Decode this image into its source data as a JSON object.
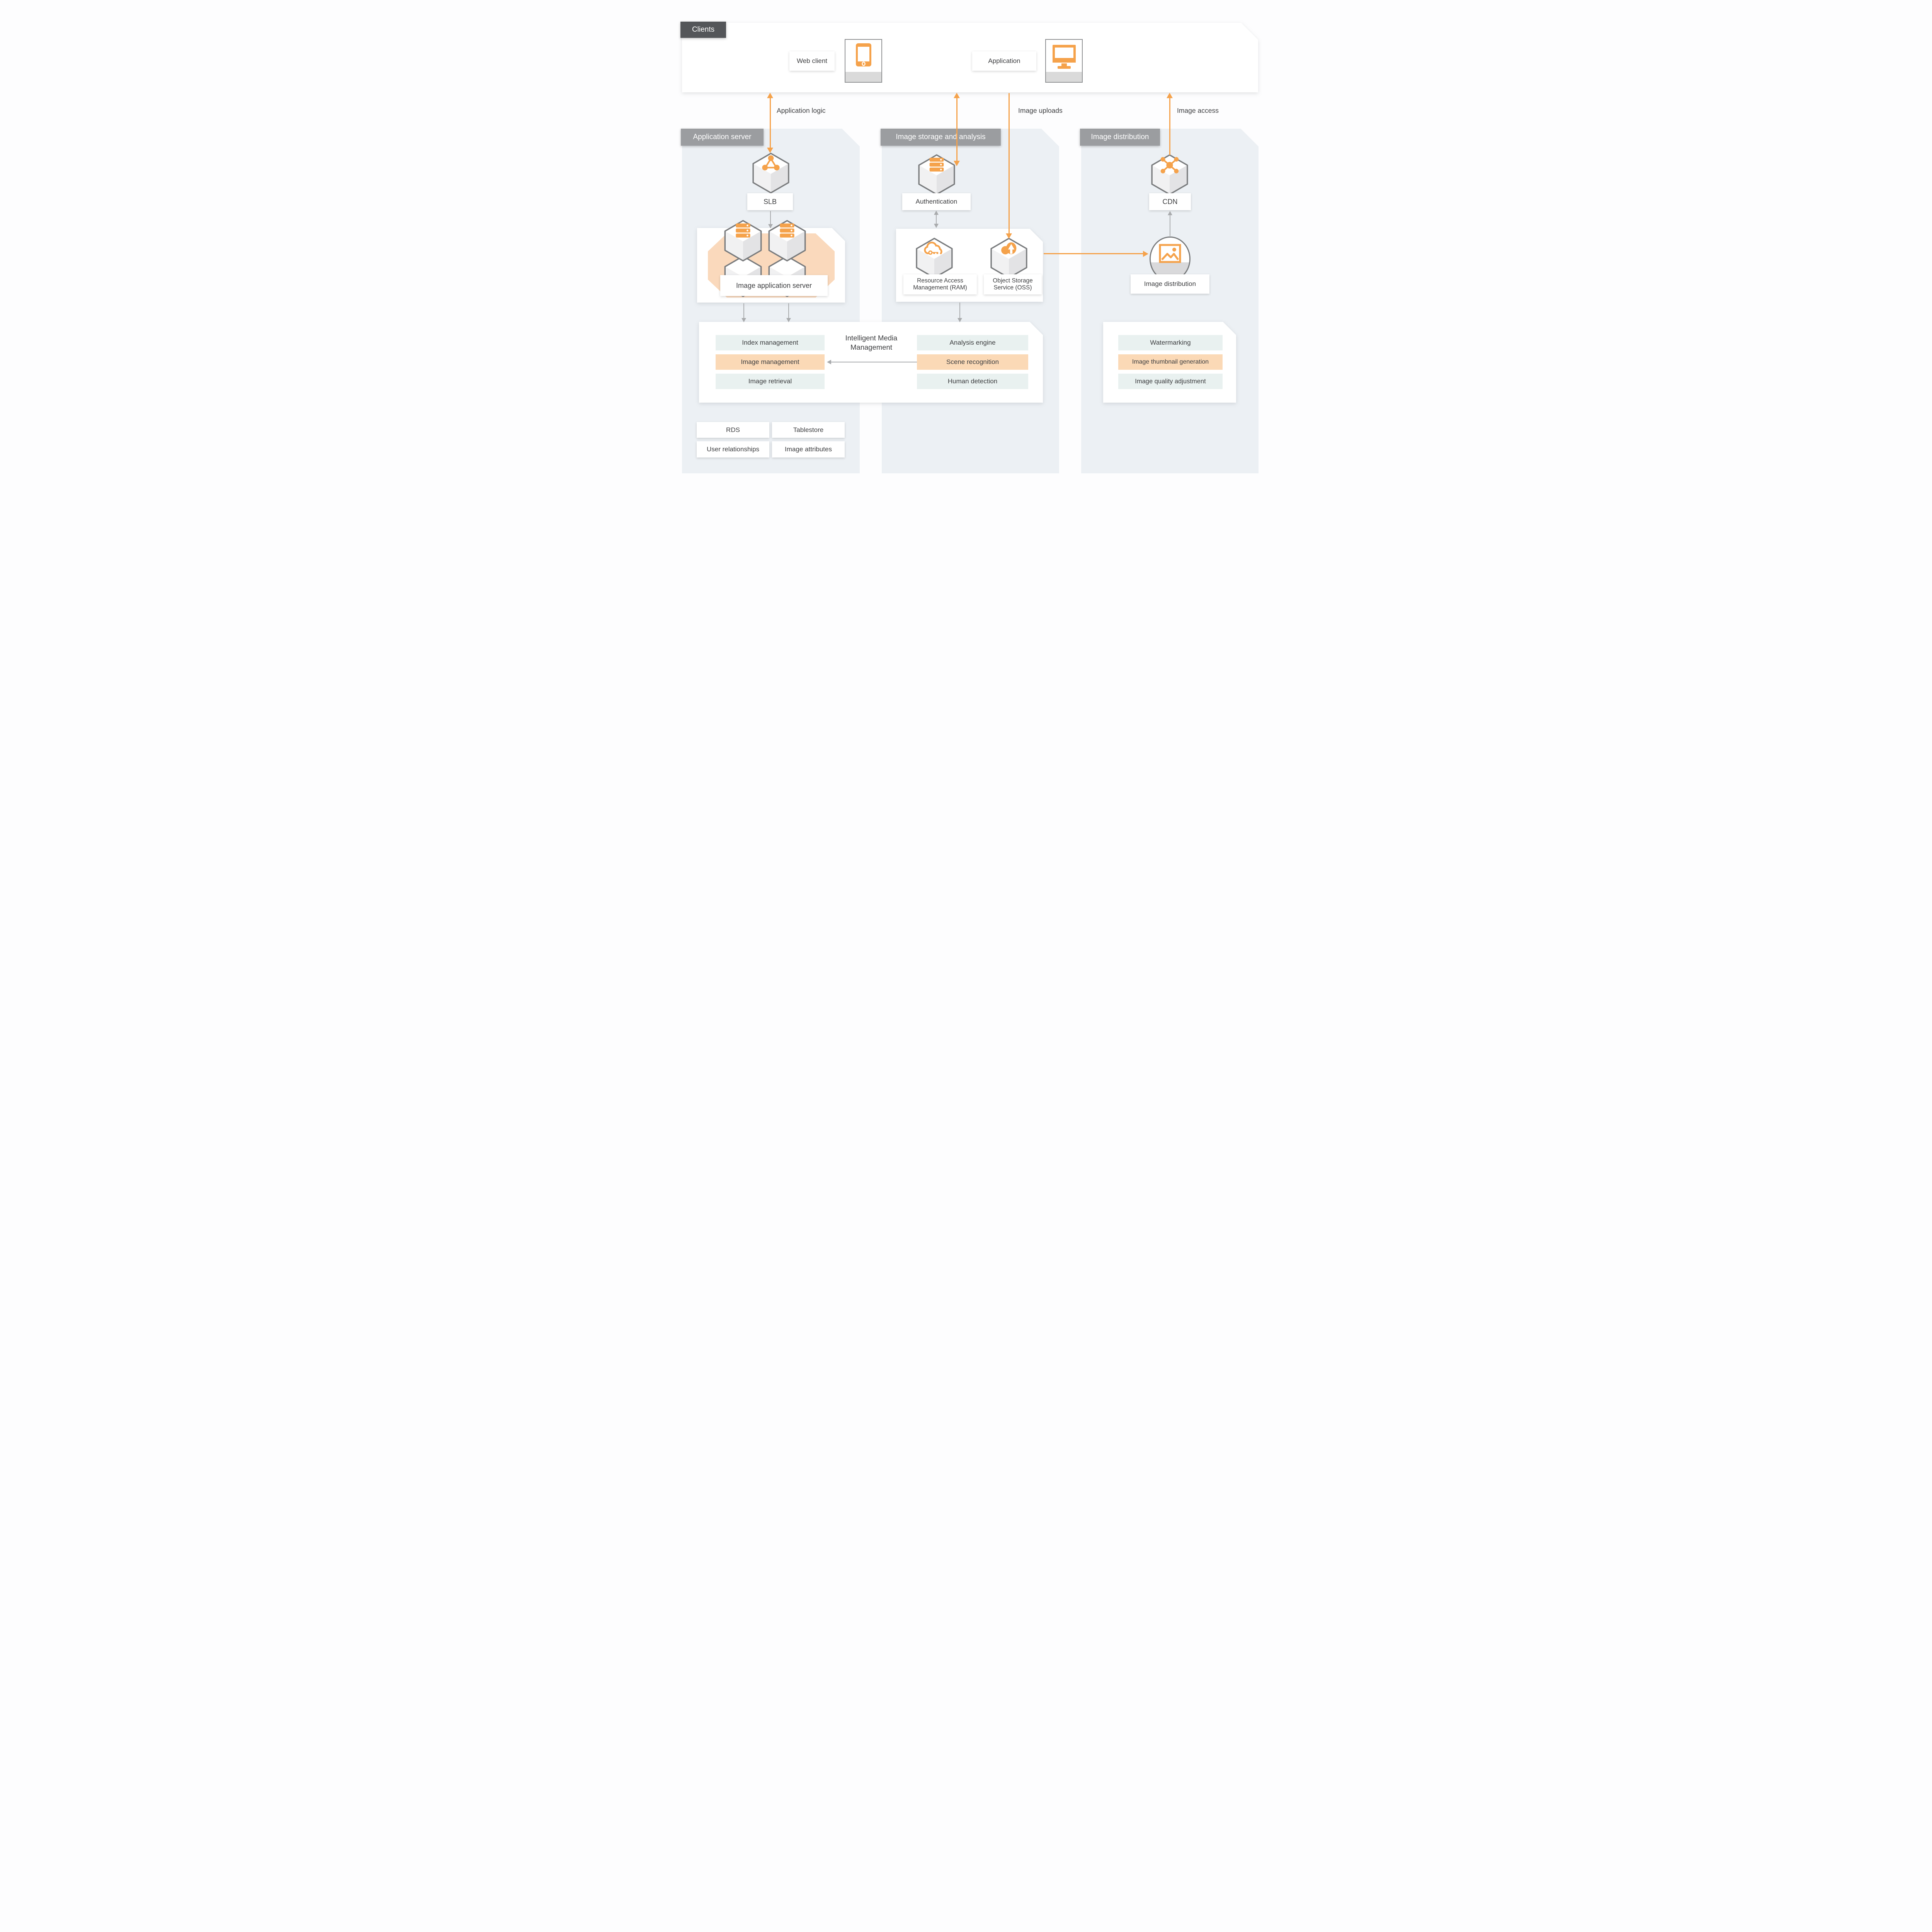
{
  "clients": {
    "label": "Clients",
    "web_client": "Web client",
    "application": "Application"
  },
  "edges": {
    "application_logic": "Application logic",
    "image_uploads": "Image uploads",
    "image_access": "Image access"
  },
  "app_server_section": {
    "label": "Application server",
    "slb": "SLB",
    "image_app_server": "Image application server",
    "rds": "RDS",
    "tablestore": "Tablestore",
    "user_relationships": "User relationships",
    "image_attributes": "Image attributes"
  },
  "storage_section": {
    "label": "Image storage and analysis",
    "authentication": "Authentication",
    "ram_line1": "Resource Access",
    "ram_line2": "Management (RAM)",
    "oss_line1": "Object Storage",
    "oss_line2": "Service (OSS)"
  },
  "distribution_section": {
    "label": "Image distribution",
    "cdn": "CDN",
    "image_distribution": "Image distribution",
    "watermarking": "Watermarking",
    "image_thumbnail_generation": "Image thumbnail generation",
    "image_quality_adjustment": "Image quality adjustment"
  },
  "imm": {
    "title_line1": "Intelligent Media",
    "title_line2": "Management",
    "index_management": "Index management",
    "image_management": "Image management",
    "image_retrieval": "Image retrieval",
    "analysis_engine": "Analysis engine",
    "scene_recognition": "Scene recognition",
    "human_detection": "Human detection"
  },
  "colors": {
    "accent_orange": "#F5A24B",
    "peach_highlight": "#FBD9B6",
    "teal_row": "#E9F1F0",
    "section_background": "#ECF0F4",
    "section_label_gray": "#9B9DA0",
    "clients_label_dark": "#545659",
    "arrow_gray": "#A9ABAD",
    "text_dark": "#3D3E40"
  }
}
